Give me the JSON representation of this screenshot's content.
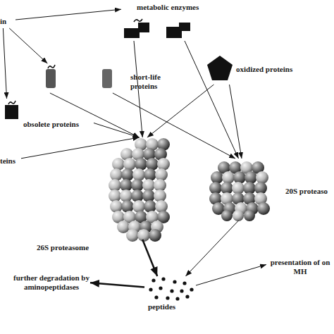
{
  "diagram": {
    "nodes": [
      {
        "text": [
          "in"
        ]
      },
      {
        "text": [
          "metabolic enzymes"
        ]
      },
      {
        "text": [
          "short-life proteins"
        ]
      },
      {
        "text": [
          "oxidized proteins"
        ]
      },
      {
        "text": [
          "obsolete proteins"
        ]
      },
      {
        "text": [
          "teins"
        ]
      },
      {
        "text": [
          "26S proteasome"
        ]
      },
      {
        "text": [
          "20S proteaso"
        ]
      },
      {
        "text": [
          "peptides"
        ]
      },
      {
        "text": [
          "further degradation by aminopeptidases"
        ]
      },
      {
        "text": [
          "presentation of on MH"
        ]
      }
    ],
    "edges": [
      {
        "from": 0,
        "to": 1,
        "arrow": "to"
      },
      {
        "from": 0,
        "to": 2,
        "arrow": "to"
      },
      {
        "from": 0,
        "to": 4,
        "arrow": "to"
      },
      {
        "from": 1,
        "to": 6,
        "arrow": "to"
      },
      {
        "from": 1,
        "to": 7,
        "arrow": "to"
      },
      {
        "from": 2,
        "to": 6,
        "arrow": "to"
      },
      {
        "from": 2,
        "to": 7,
        "arrow": "to"
      },
      {
        "from": 3,
        "to": 6,
        "arrow": "to"
      },
      {
        "from": 3,
        "to": 7,
        "arrow": "to"
      },
      {
        "from": 4,
        "to": 6,
        "arrow": "to"
      },
      {
        "from": 5,
        "to": 6,
        "arrow": "to"
      },
      {
        "from": 6,
        "to": 8,
        "arrow": "to"
      },
      {
        "from": 7,
        "to": 8,
        "arrow": "to"
      },
      {
        "from": 8,
        "to": 9,
        "arrow": "to"
      },
      {
        "from": 8,
        "to": 10,
        "arrow": "to"
      }
    ]
  }
}
